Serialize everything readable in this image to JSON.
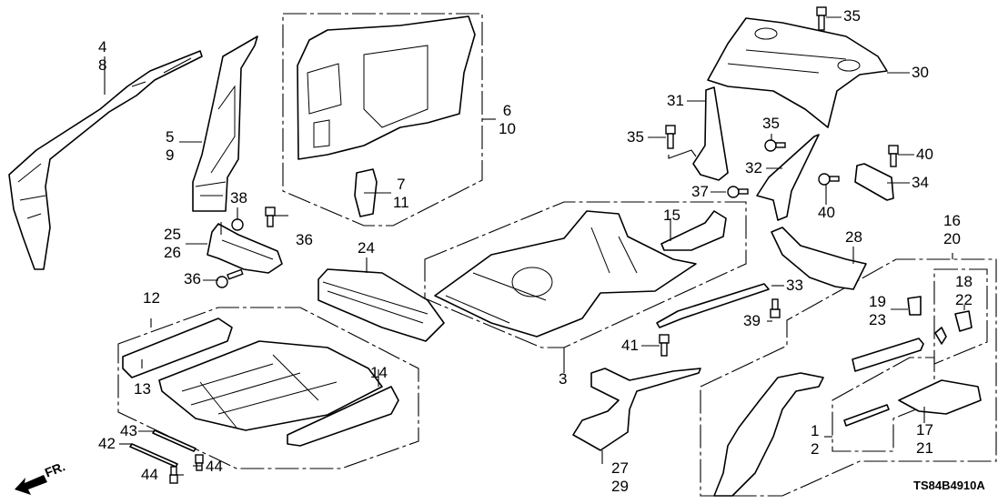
{
  "diagram": {
    "title_code": "TS84B4910A",
    "direction_indicator": "FR.",
    "callouts": [
      {
        "id": "c-4-8",
        "lines": [
          "4",
          "8"
        ]
      },
      {
        "id": "c-5-9",
        "lines": [
          "5",
          "9"
        ]
      },
      {
        "id": "c-6-10",
        "lines": [
          "6",
          "10"
        ]
      },
      {
        "id": "c-7-11",
        "lines": [
          "7",
          "11"
        ]
      },
      {
        "id": "c-38",
        "lines": [
          "38"
        ]
      },
      {
        "id": "c-25-26",
        "lines": [
          "25",
          "26"
        ]
      },
      {
        "id": "c-36a",
        "lines": [
          "36"
        ]
      },
      {
        "id": "c-36b",
        "lines": [
          "36"
        ]
      },
      {
        "id": "c-24",
        "lines": [
          "24"
        ]
      },
      {
        "id": "c-12",
        "lines": [
          "12"
        ]
      },
      {
        "id": "c-13",
        "lines": [
          "13"
        ]
      },
      {
        "id": "c-14",
        "lines": [
          "14"
        ]
      },
      {
        "id": "c-43",
        "lines": [
          "43"
        ]
      },
      {
        "id": "c-42",
        "lines": [
          "42"
        ]
      },
      {
        "id": "c-44a",
        "lines": [
          "44"
        ]
      },
      {
        "id": "c-44b",
        "lines": [
          "44"
        ]
      },
      {
        "id": "c-15",
        "lines": [
          "15"
        ]
      },
      {
        "id": "c-3",
        "lines": [
          "3"
        ]
      },
      {
        "id": "c-33",
        "lines": [
          "33"
        ]
      },
      {
        "id": "c-39",
        "lines": [
          "39"
        ]
      },
      {
        "id": "c-41",
        "lines": [
          "41"
        ]
      },
      {
        "id": "c-27-29",
        "lines": [
          "27",
          "29"
        ]
      },
      {
        "id": "c-35a",
        "lines": [
          "35"
        ]
      },
      {
        "id": "c-30",
        "lines": [
          "30"
        ]
      },
      {
        "id": "c-31",
        "lines": [
          "31"
        ]
      },
      {
        "id": "c-35b",
        "lines": [
          "35"
        ]
      },
      {
        "id": "c-35c",
        "lines": [
          "35"
        ]
      },
      {
        "id": "c-32",
        "lines": [
          "32"
        ]
      },
      {
        "id": "c-37",
        "lines": [
          "37"
        ]
      },
      {
        "id": "c-40a",
        "lines": [
          "40"
        ]
      },
      {
        "id": "c-40b",
        "lines": [
          "40"
        ]
      },
      {
        "id": "c-34",
        "lines": [
          "34"
        ]
      },
      {
        "id": "c-28",
        "lines": [
          "28"
        ]
      },
      {
        "id": "c-16-20",
        "lines": [
          "16",
          "20"
        ]
      },
      {
        "id": "c-18-22",
        "lines": [
          "18",
          "22"
        ]
      },
      {
        "id": "c-19-23",
        "lines": [
          "19",
          "23"
        ]
      },
      {
        "id": "c-1-2",
        "lines": [
          "1",
          "2"
        ]
      },
      {
        "id": "c-17-21",
        "lines": [
          "17",
          "21"
        ]
      }
    ]
  }
}
